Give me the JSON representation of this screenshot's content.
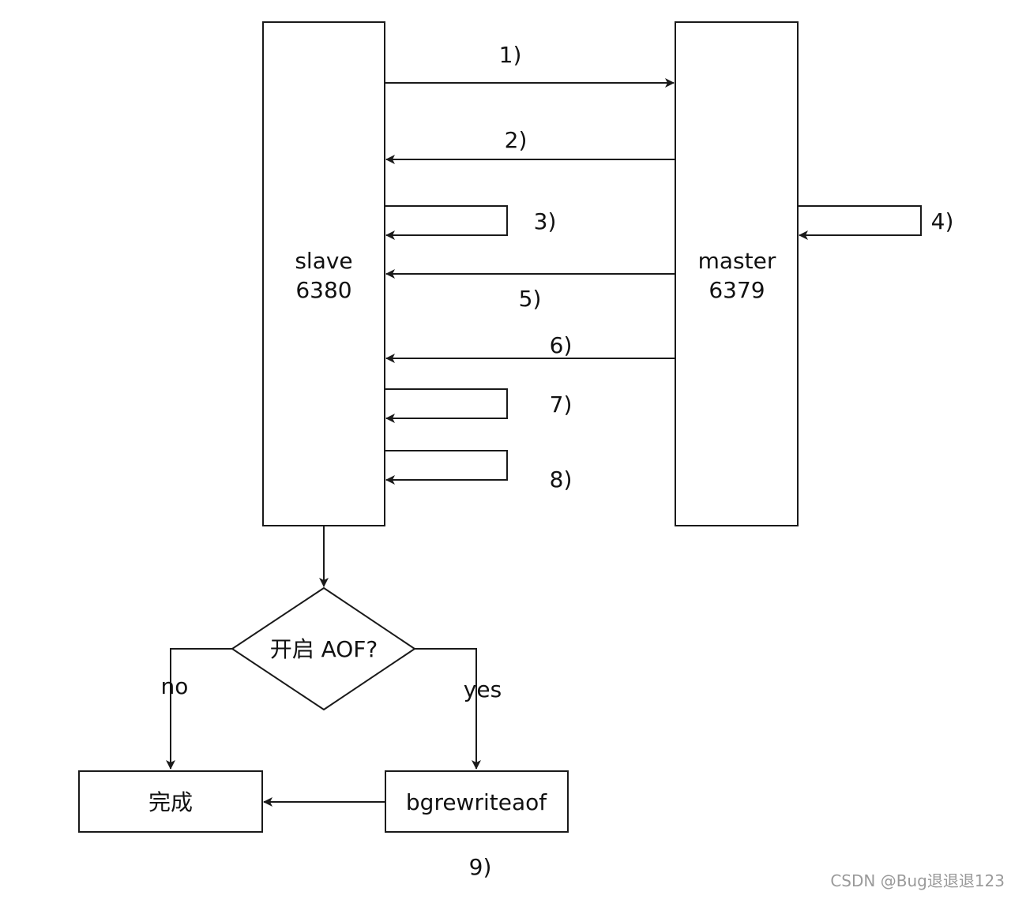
{
  "nodes": {
    "slave": {
      "line1": "slave",
      "line2": "6380"
    },
    "master": {
      "line1": "master",
      "line2": "6379"
    },
    "decision": {
      "label": "开启 AOF?"
    },
    "done": {
      "label": "完成"
    },
    "bgrewrite": {
      "label": "bgrewriteaof"
    }
  },
  "steps": {
    "s1": "1)",
    "s2": "2)",
    "s3": "3)",
    "s4": "4)",
    "s5": "5)",
    "s6": "6)",
    "s7": "7)",
    "s8": "8)",
    "s9": "9)"
  },
  "edges": {
    "no": "no",
    "yes": "yes"
  },
  "watermark": "CSDN @Bug退退退123",
  "colors": {
    "stroke": "#1a1a1a",
    "text": "#111111",
    "watermark": "#9a9a9a",
    "background": "#ffffff"
  }
}
